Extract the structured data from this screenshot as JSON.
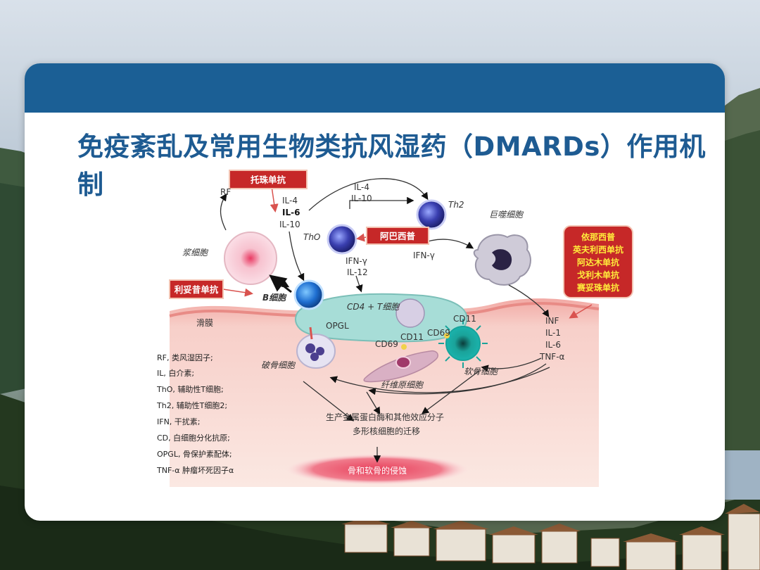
{
  "slide": {
    "title": "免疫紊乱及常用生物类抗风湿药（DMARDs）作用机制"
  },
  "colors": {
    "header": "#1b5f95",
    "title": "#1e5b92",
    "drug_box": "#c62828",
    "drug_text_highlight": "#ffeb3b",
    "synovium": "#f6c9c4"
  },
  "diagram": {
    "drugs": {
      "tocilizumab": "托珠单抗",
      "abatacept": "阿巴西普",
      "rituximab": "利妥昔单抗",
      "tnf_inhibitors": [
        "依那西普",
        "英夫利西单抗",
        "阿达木单抗",
        "戈利木单抗",
        "赛妥珠单抗"
      ]
    },
    "cells": {
      "rf": "RF",
      "plasma_cell": "浆细胞",
      "b_cell": "B细胞",
      "th0": "ThO",
      "th2": "Th2",
      "macrophage": "巨噬细胞",
      "cd4_t_cell": "CD4 + T细胞",
      "osteoclast": "破骨细胞",
      "fibroblast": "纤维原细胞",
      "chondrocyte": "软骨细胞",
      "synovium": "滑膜"
    },
    "cytokines": {
      "b_cell_il": [
        "IL-4",
        "IL-6",
        "IL-10"
      ],
      "th2_il": [
        "IL-4",
        "IL-10"
      ],
      "th0_out": [
        "IFN-γ",
        "IL-12"
      ],
      "macrophage_in": "IFN-γ",
      "macrophage_out": [
        "INF",
        "IL-1",
        "IL-6",
        "TNF-α"
      ]
    },
    "markers": {
      "opgl": "OPGL",
      "cd69_a": "CD69",
      "cd11_a": "CD11",
      "cd69_b": "CD69",
      "cd11_b": "CD11"
    },
    "effects": {
      "line1": "生产金属蛋白酶和其他效应分子",
      "line2": "多形核细胞的迁移",
      "result": "骨和软骨的侵蚀"
    },
    "legend": [
      "RF, 类风湿因子;",
      "IL, 白介素;",
      "ThO, 辅助性T细胞;",
      "Th2, 辅助性T细胞2;",
      "IFN, 干扰素;",
      "CD, 白细胞分化抗原;",
      "OPGL, 骨保护素配体;",
      "TNF-α 肿瘤坏死因子α"
    ]
  }
}
